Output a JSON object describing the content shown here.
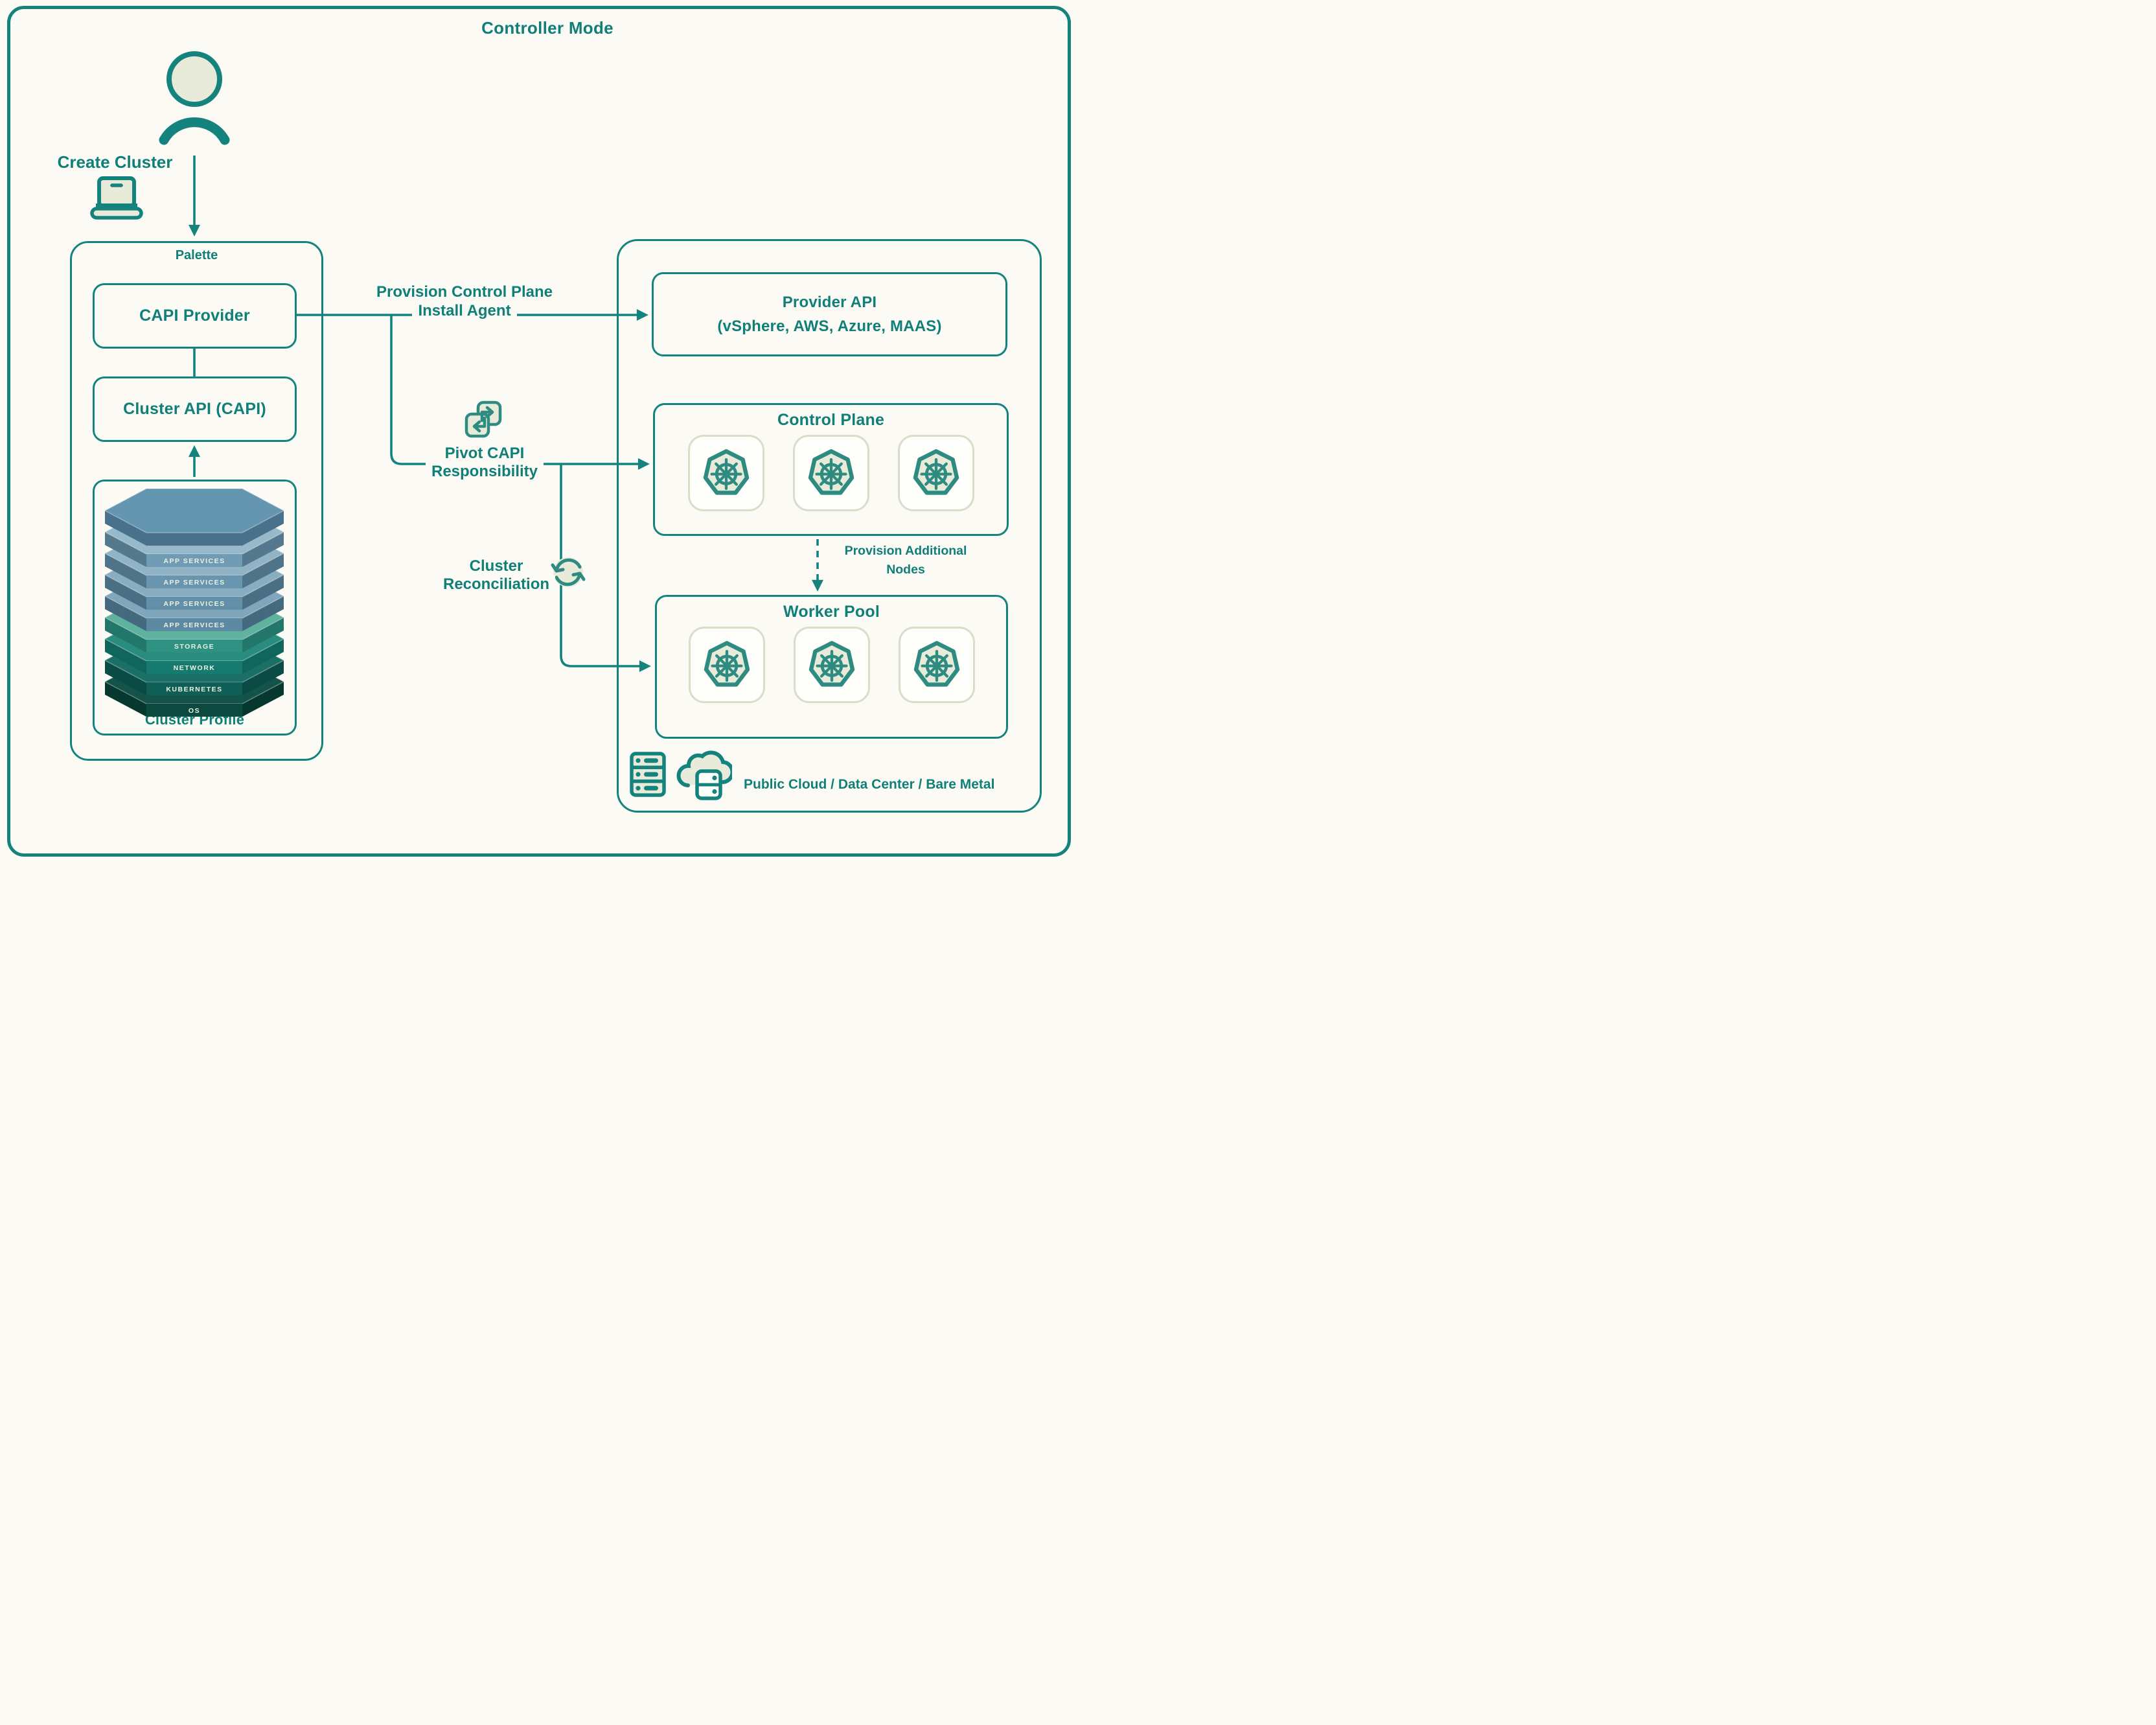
{
  "title": "Controller Mode",
  "colors": {
    "teal": "#15837D",
    "teal_text": "#0F7F78",
    "cream": "#E8EBD9",
    "tile_border": "#DCDCCA",
    "background": "#FBFAF5"
  },
  "actor": {
    "create_cluster_label": "Create Cluster"
  },
  "palette": {
    "label": "Palette",
    "capi_provider_label": "CAPI Provider",
    "cluster_api_label": "Cluster API (CAPI)",
    "cluster_profile_label": "Cluster Profile",
    "cluster_profile_layers": [
      {
        "label": "",
        "top": "#6496B2",
        "front": "#6496B2",
        "side": "#49718C"
      },
      {
        "label": "APP SERVICES",
        "top": "#97BACA",
        "front": "#6F9CB4",
        "side": "#54788E"
      },
      {
        "label": "APP SERVICES",
        "top": "#90B4C6",
        "front": "#6996AE",
        "side": "#4F7489"
      },
      {
        "label": "APP SERVICES",
        "top": "#88ADC1",
        "front": "#6390A8",
        "side": "#4A6F85"
      },
      {
        "label": "APP SERVICES",
        "top": "#80A6BC",
        "front": "#5D8AA2",
        "side": "#456A80"
      },
      {
        "label": "STORAGE",
        "top": "#5FB29D",
        "front": "#2F9181",
        "side": "#23776A"
      },
      {
        "label": "NETWORK",
        "top": "#2A8C7F",
        "front": "#177A70",
        "side": "#10655D"
      },
      {
        "label": "KUBERNETES",
        "top": "#1B6F66",
        "front": "#0F5F57",
        "side": "#0A4B45"
      },
      {
        "label": "OS",
        "top": "#135349",
        "front": "#0C4A40",
        "side": "#073830"
      }
    ]
  },
  "flows": {
    "provision": {
      "line1": "Provision Control Plane",
      "line2": "Install Agent"
    },
    "pivot": {
      "line1": "Pivot CAPI",
      "line2": "Responsibility"
    },
    "reconciliation": {
      "line1": "Cluster",
      "line2": "Reconciliation"
    },
    "additional_nodes": {
      "line1": "Provision Additional",
      "line2": "Nodes"
    }
  },
  "infrastructure": {
    "provider_api": {
      "line1": "Provider API",
      "line2": "(vSphere, AWS, Azure, MAAS)"
    },
    "control_plane": {
      "label": "Control Plane",
      "node_count": 3
    },
    "worker_pool": {
      "label": "Worker Pool",
      "node_count": 3
    },
    "footer_label": "Public Cloud / Data Center / Bare Metal"
  }
}
